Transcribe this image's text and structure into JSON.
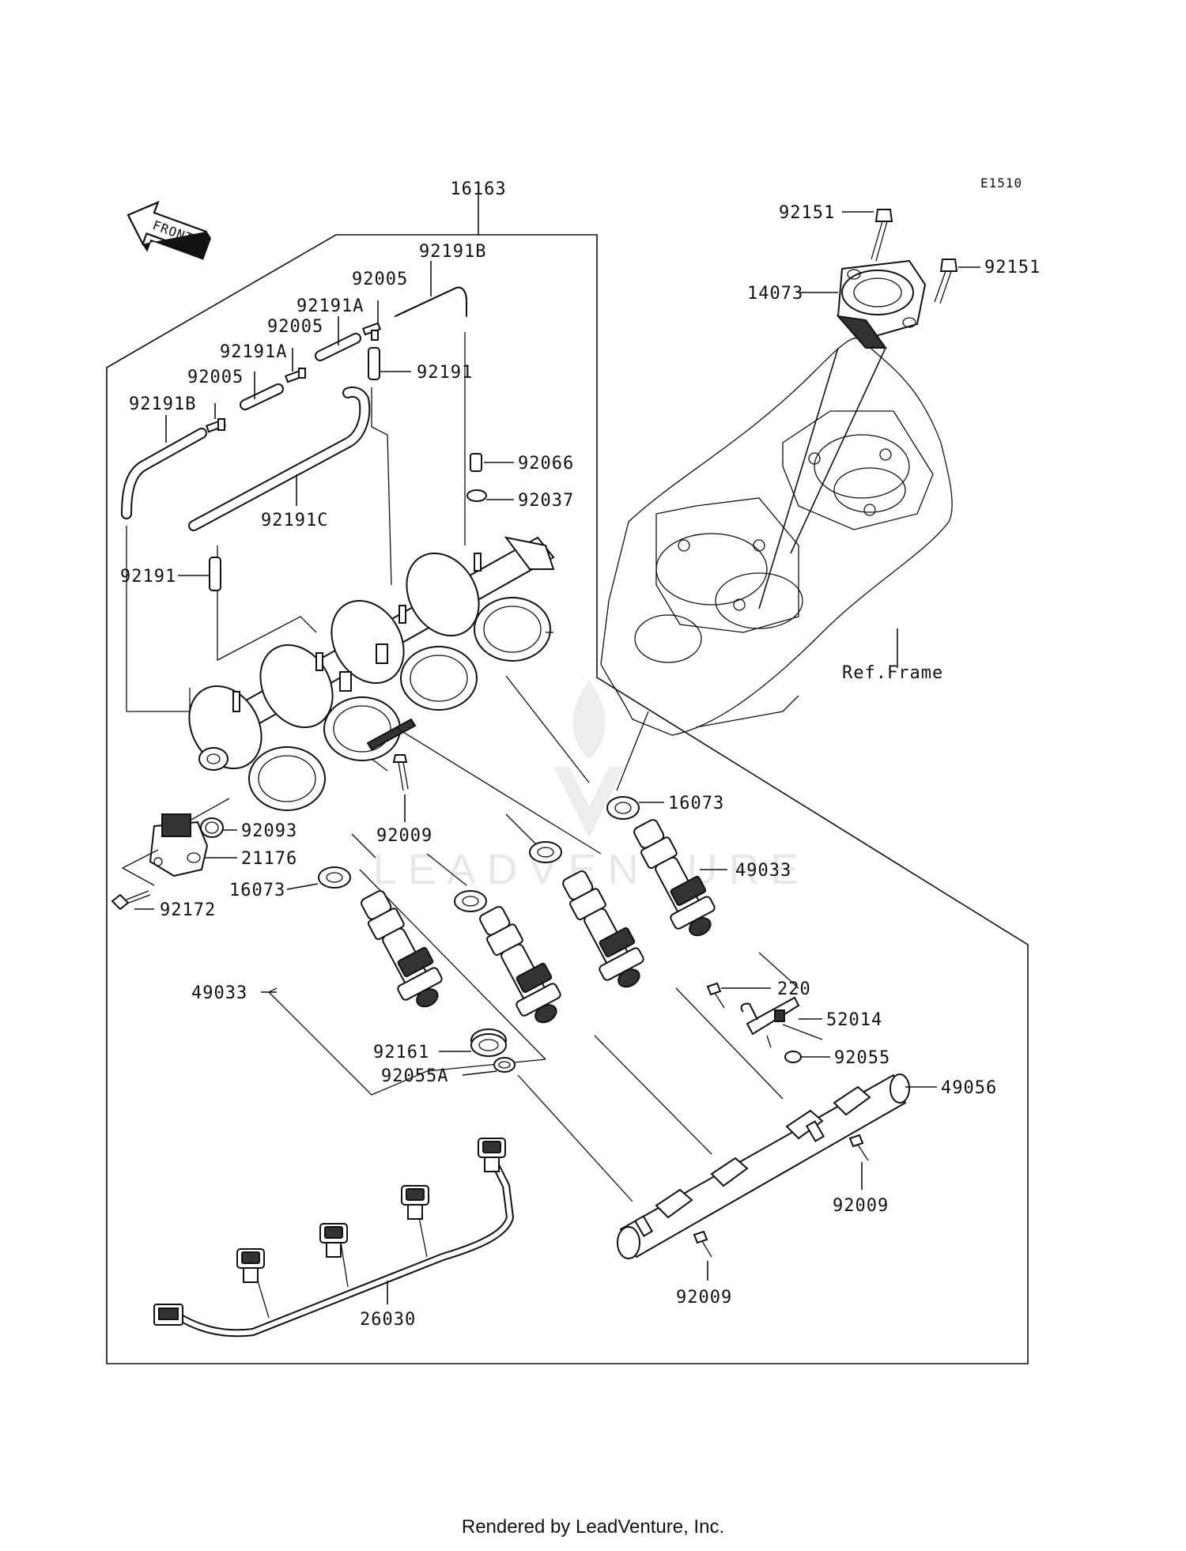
{
  "diagram_code": "E1510",
  "front_arrow": "FRONT",
  "watermark": "LEADVENTURE",
  "footer": "Rendered by LeadVenture, Inc.",
  "ref_frame_label": "Ref.Frame",
  "labels": {
    "l16163": "16163",
    "l92151a": "92151",
    "l92151b": "92151",
    "l14073": "14073",
    "l92191B_top": "92191B",
    "l92005_a": "92005",
    "l92191A_a": "92191A",
    "l92005_b": "92005",
    "l92191A_b": "92191A",
    "l92005_c": "92005",
    "l92191B_left": "92191B",
    "l92191_a": "92191",
    "l92066": "92066",
    "l92037": "92037",
    "l92191C": "92191C",
    "l92191_b": "92191",
    "l16073_a": "16073",
    "l92093": "92093",
    "l92009_a": "92009",
    "l21176": "21176",
    "l16073_b": "16073",
    "l92172": "92172",
    "l49033_a": "49033",
    "l49033_b": "49033",
    "l220": "220",
    "l52014": "52014",
    "l92161": "92161",
    "l92055": "92055",
    "l92055A": "92055A",
    "l49056": "49056",
    "l92009_b": "92009",
    "l92009_c": "92009",
    "l26030": "26030"
  }
}
